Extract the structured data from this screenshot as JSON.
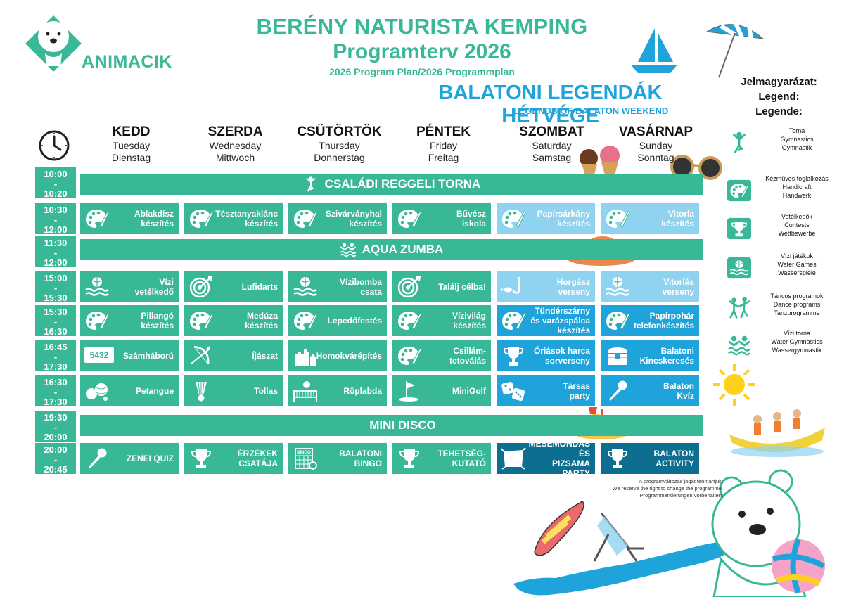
{
  "header": {
    "title": "BERÉNY NATURISTA KEMPING",
    "subtitle": "Programterv 2026",
    "subtitle_translations": "2026 Program Plan/2026 Programmplan",
    "event_title": "BALATONI LEGENDÁK HÉTVÉGE",
    "event_subtitle": "LEGENDS OF BALATON WEEKEND"
  },
  "logo": {
    "text": "ANIMACIK"
  },
  "days": [
    {
      "hu": "KEDD",
      "en": "Tuesday",
      "de": "Dienstag"
    },
    {
      "hu": "SZERDA",
      "en": "Wednesday",
      "de": "Mittwoch"
    },
    {
      "hu": "CSÜTÖRTÖK",
      "en": "Thursday",
      "de": "Donnerstag"
    },
    {
      "hu": "PÉNTEK",
      "en": "Friday",
      "de": "Freitag"
    },
    {
      "hu": "SZOMBAT",
      "en": "Saturday",
      "de": "Samstag"
    },
    {
      "hu": "VASÁRNAP",
      "en": "Sunday",
      "de": "Sonntag"
    }
  ],
  "rows": [
    {
      "time": "10:00\n-\n10:20",
      "banner": "CSALÁDI REGGELI TORNA",
      "icon": "gymnastics-icon"
    },
    {
      "time": "10:30\n-\n12:00",
      "cells": [
        {
          "label": "Ablakdísz\nkészítés",
          "icon": "palette-icon",
          "color": "green"
        },
        {
          "label": "Tésztanyaklánc\nkészítés",
          "icon": "palette-icon",
          "color": "green"
        },
        {
          "label": "Szivárványhal\nkészítés",
          "icon": "palette-icon",
          "color": "green"
        },
        {
          "label": "Bűvész\niskola",
          "icon": "palette-icon",
          "color": "green"
        },
        {
          "label": "Papírsárkány\nkészítés",
          "icon": "palette-icon",
          "color": "light"
        },
        {
          "label": "Vitorla\nkészítés",
          "icon": "palette-icon",
          "color": "light"
        }
      ]
    },
    {
      "time": "11:30\n-\n12:00",
      "banner": "AQUA ZUMBA",
      "icon": "water-gymnastics-icon"
    },
    {
      "time": "15:00\n-\n15:30",
      "cells": [
        {
          "label": "Vízi\nvetélkedő",
          "icon": "water-ball-icon",
          "color": "green"
        },
        {
          "label": "Lufidarts",
          "icon": "target-icon",
          "color": "green"
        },
        {
          "label": "Vízibomba\ncsata",
          "icon": "water-ball-icon",
          "color": "green"
        },
        {
          "label": "Találj célba!",
          "icon": "target-icon",
          "color": "green"
        },
        {
          "label": "Horgász\nverseny",
          "icon": "fish-hook-icon",
          "color": "light"
        },
        {
          "label": "Vitorlás\nverseny",
          "icon": "water-ball-icon",
          "color": "light"
        }
      ]
    },
    {
      "time": "15:30\n-\n16:30",
      "cells": [
        {
          "label": "Pillangó\nkészítés",
          "icon": "palette-icon",
          "color": "green"
        },
        {
          "label": "Medúza\nkészítés",
          "icon": "palette-icon",
          "color": "green"
        },
        {
          "label": "Lepedőfestés",
          "icon": "palette-icon",
          "color": "green"
        },
        {
          "label": "Vízivilág\nkészítés",
          "icon": "palette-icon",
          "color": "green"
        },
        {
          "label": "Tündérszárny\nés varázspálca\nkészítés",
          "icon": "palette-icon",
          "color": "blue"
        },
        {
          "label": "Papírpohár\ntelefonkészítés",
          "icon": "palette-icon",
          "color": "blue"
        }
      ]
    },
    {
      "time": "16:45\n-\n17:30",
      "cells": [
        {
          "label": "Számháború",
          "icon": "number-card-icon",
          "icon_text": "5432",
          "color": "green"
        },
        {
          "label": "Íjászat",
          "icon": "bow-arrow-icon",
          "color": "green"
        },
        {
          "label": "Homokvárépítés",
          "icon": "sandcastle-icon",
          "color": "green"
        },
        {
          "label": "Csillám-\ntetoválás",
          "icon": "palette-icon",
          "color": "green"
        },
        {
          "label": "Óriások harca\nsorverseny",
          "icon": "trophy-icon",
          "color": "blue"
        },
        {
          "label": "Balatoni\nKincskeresés",
          "icon": "treasure-chest-icon",
          "color": "blue"
        }
      ]
    },
    {
      "time": "16:30\n-\n17:30",
      "cells": [
        {
          "label": "Petangue",
          "icon": "petanque-balls-icon",
          "color": "green"
        },
        {
          "label": "Tollas",
          "icon": "shuttlecock-icon",
          "color": "green"
        },
        {
          "label": "Röplabda",
          "icon": "volleyball-net-icon",
          "color": "green"
        },
        {
          "label": "MiniGolf",
          "icon": "golf-flag-icon",
          "color": "green"
        },
        {
          "label": "Társas\nparty",
          "icon": "dice-icon",
          "color": "blue"
        },
        {
          "label": "Balaton\nKvíz",
          "icon": "microphone-icon",
          "color": "blue"
        }
      ]
    },
    {
      "time": "19:30\n-\n20:00",
      "banner": "MINI DISCO",
      "icon": "disco-ball-icon"
    },
    {
      "time": "20:00\n-\n20:45",
      "cells": [
        {
          "label": "ZENEI QUIZ",
          "icon": "microphone-icon",
          "color": "green"
        },
        {
          "label": "ÉRZÉKEK\nCSATÁJA",
          "icon": "trophy-icon",
          "color": "green"
        },
        {
          "label": "BALATONI\nBINGO",
          "icon": "bingo-card-icon",
          "icon_text": "BINGO",
          "color": "green"
        },
        {
          "label": "TEHETSÉG-\nKUTATÓ",
          "icon": "trophy-icon",
          "color": "green"
        },
        {
          "label": "MESEMONDÁS ÉS\nPIZSAMA PARTY",
          "icon": "pillow-icon",
          "color": "dark"
        },
        {
          "label": "BALATON\nACTIVITY",
          "icon": "trophy-icon",
          "color": "dark"
        }
      ]
    }
  ],
  "legend": {
    "title": "Jelmagyarázat:\nLegend:\nLegende:",
    "items": [
      {
        "text": "Torna\nGymnastics\nGymnastik",
        "icon": "gymnastics-icon"
      },
      {
        "text": "Kézműves foglalkozás\nHandicraft\nHandwerk",
        "icon": "palette-icon"
      },
      {
        "text": "Vetélkedők\nContests\nWettbewerbe",
        "icon": "trophy-icon"
      },
      {
        "text": "Vízi játékok\nWater Games\nWasserspiele",
        "icon": "water-ball-icon"
      },
      {
        "text": "Táncos programok\nDance programs\nTanzprogramme",
        "icon": "dance-icon"
      },
      {
        "text": "Vízi torna\nWater Gymnastics\nWassergymnastik",
        "icon": "water-gymnastics-icon"
      }
    ]
  },
  "footer_note": "A programváltozás jogát fenntartjuk.\nWe reserve the right to change the programme.\nProgrammänderungen vorbehalten.",
  "colors": {
    "green": "#39b898",
    "light": "#8fd3f1",
    "blue": "#1ea3db",
    "dark": "#0e6e90"
  }
}
